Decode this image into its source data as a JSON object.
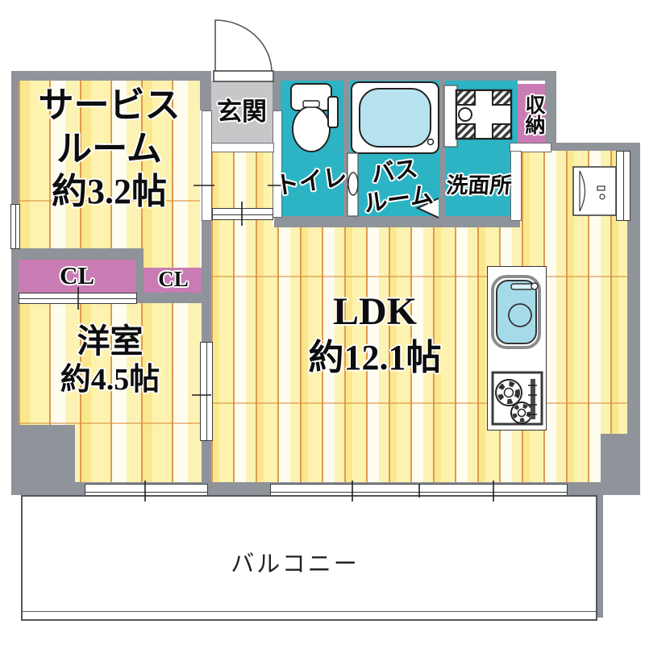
{
  "title": "floor-plan",
  "rooms": {
    "service": {
      "line1": "サービス",
      "line2": "ルーム",
      "area": "約3.2帖"
    },
    "entrance": {
      "label": "玄関"
    },
    "toilet": {
      "label": "トイレ"
    },
    "bathroom": {
      "line1": "バス",
      "line2": "ルーム"
    },
    "washroom": {
      "label": "洗面所"
    },
    "storage": {
      "label": "収納"
    },
    "closet_left": {
      "label": "CL"
    },
    "closet_right": {
      "label": "CL"
    },
    "western_room": {
      "label": "洋室",
      "area": "約4.5帖"
    },
    "ldk": {
      "label": "LDK",
      "area": "約12.1帖"
    },
    "balcony": {
      "label": "バルコニー"
    }
  },
  "colors": {
    "wall": "#8f939a",
    "wet_area_teal": "#2cb4c5",
    "closet_pink": "#c97cb3",
    "entrance_gray": "#c7c7c9",
    "floor_yellow": "#fbe88e",
    "floor_cream": "#fffdf0",
    "floor_line_orange": "#e09a4f",
    "tub_blue": "#b7e2ef",
    "sink_blue": "#a5dbe9"
  }
}
